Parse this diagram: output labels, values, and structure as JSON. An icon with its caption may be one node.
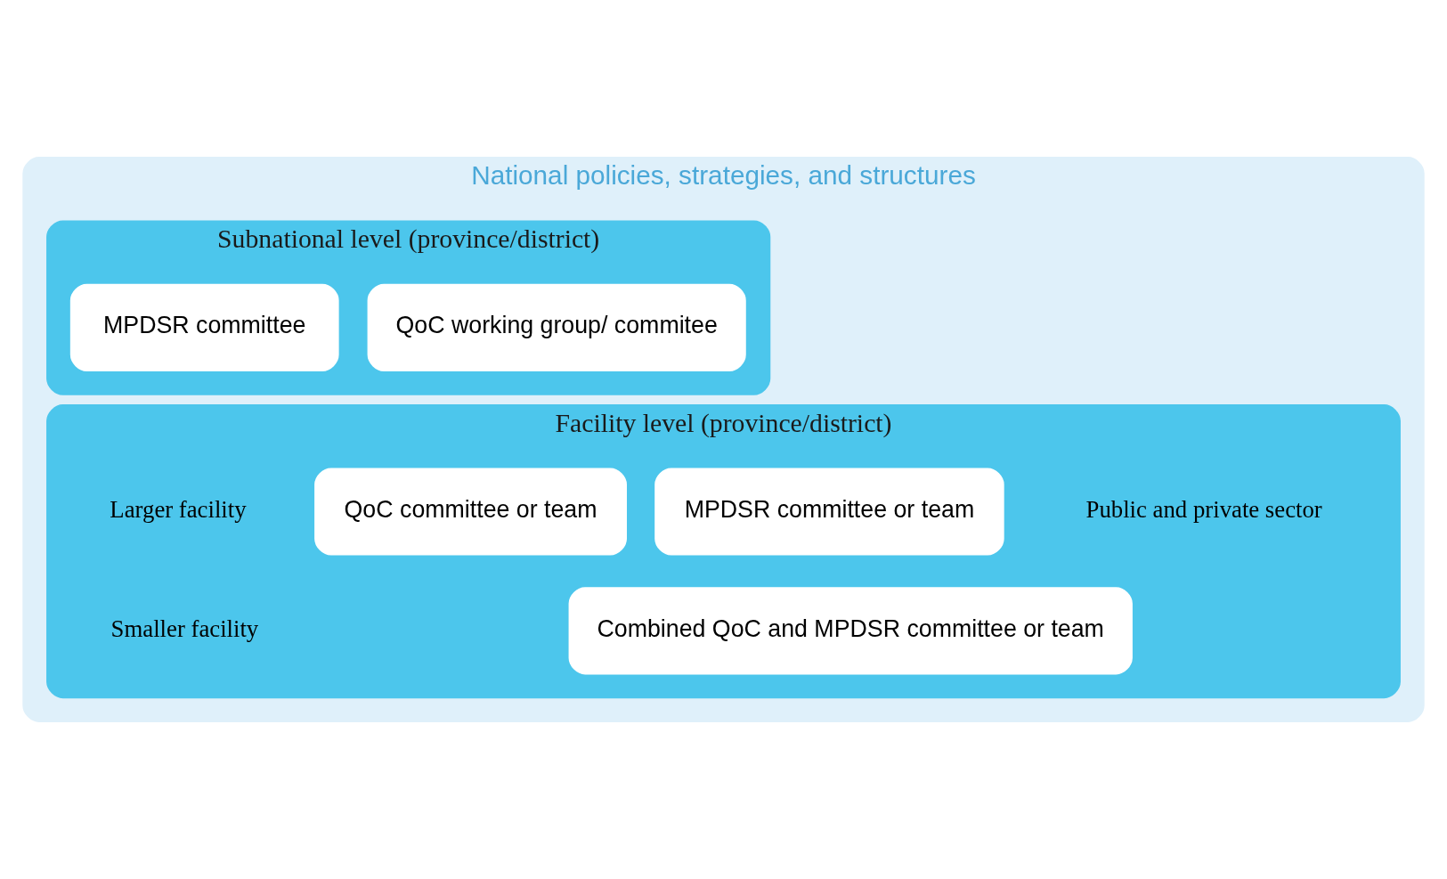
{
  "diagram": {
    "nodes": [
      {
        "text": [
          "National policies, strategies, and structures"
        ]
      },
      {
        "text": [
          "Subnational level (province/district)"
        ],
        "in": 0
      },
      {
        "text": [
          "QoC working group/ commitee"
        ],
        "in": 1
      },
      {
        "text": [
          "MPDSR committee"
        ],
        "in": 1
      },
      {
        "text": [
          "Facility level (province/district)"
        ],
        "in": 0
      },
      {
        "text": [
          "QoC committee or team"
        ],
        "in": 4
      },
      {
        "text": [
          "MPDSR committee or team"
        ],
        "in": 4
      },
      {
        "text": [
          "Combined QoC and MPDSR committee or team"
        ],
        "in": 4
      }
    ],
    "edges": [],
    "labels": [
      "Larger facility",
      "Smaller facility",
      "Public and private sector"
    ]
  }
}
